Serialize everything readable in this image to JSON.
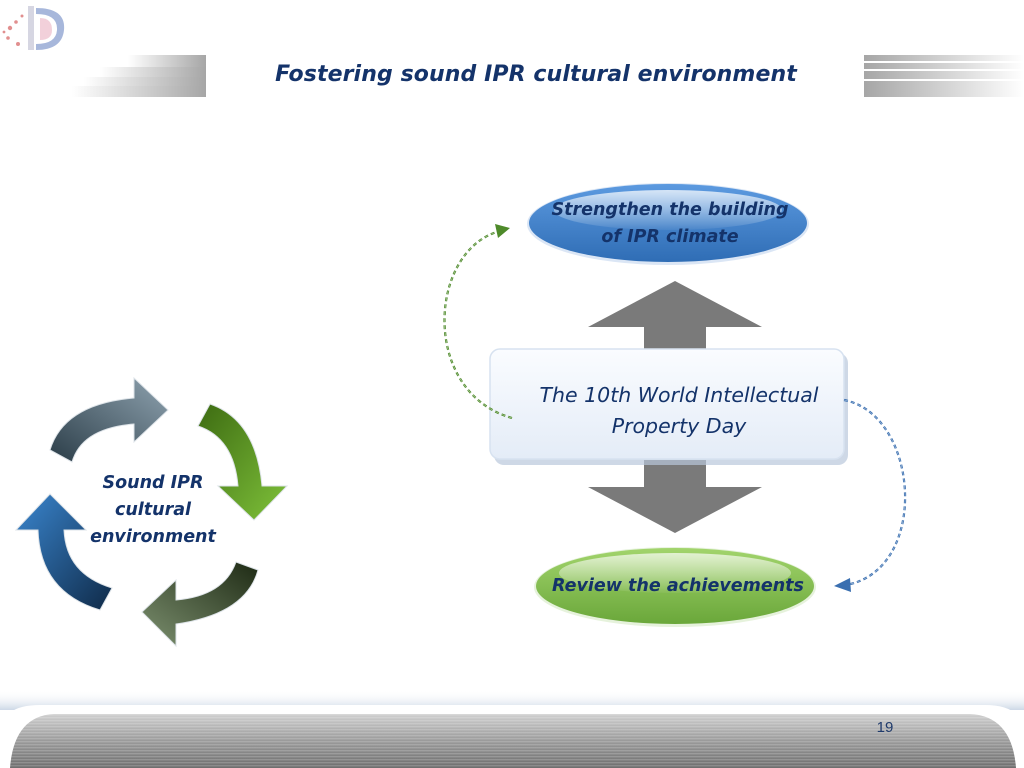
{
  "slide": {
    "title": "Fostering sound IPR cultural environment",
    "page_number": "19"
  },
  "diagram": {
    "center": "The 10th World Intellectual Property Day",
    "top": "Strengthen the building of IPR climate",
    "bottom": "Review the achievements",
    "cycle_center": "Sound IPR cultural environment"
  },
  "colors": {
    "title": "#14336a",
    "top_ellipse": "#3c7ec9",
    "bottom_ellipse": "#7ab648",
    "center_box": "#eef3fa",
    "arrow_gray": "#7f7f7f",
    "dashed_green": "#4e8a2a",
    "dashed_blue": "#3a6fb0"
  },
  "icons": {
    "logo": "ip-logo-icon",
    "cycle": "circular-arrows-icon"
  }
}
